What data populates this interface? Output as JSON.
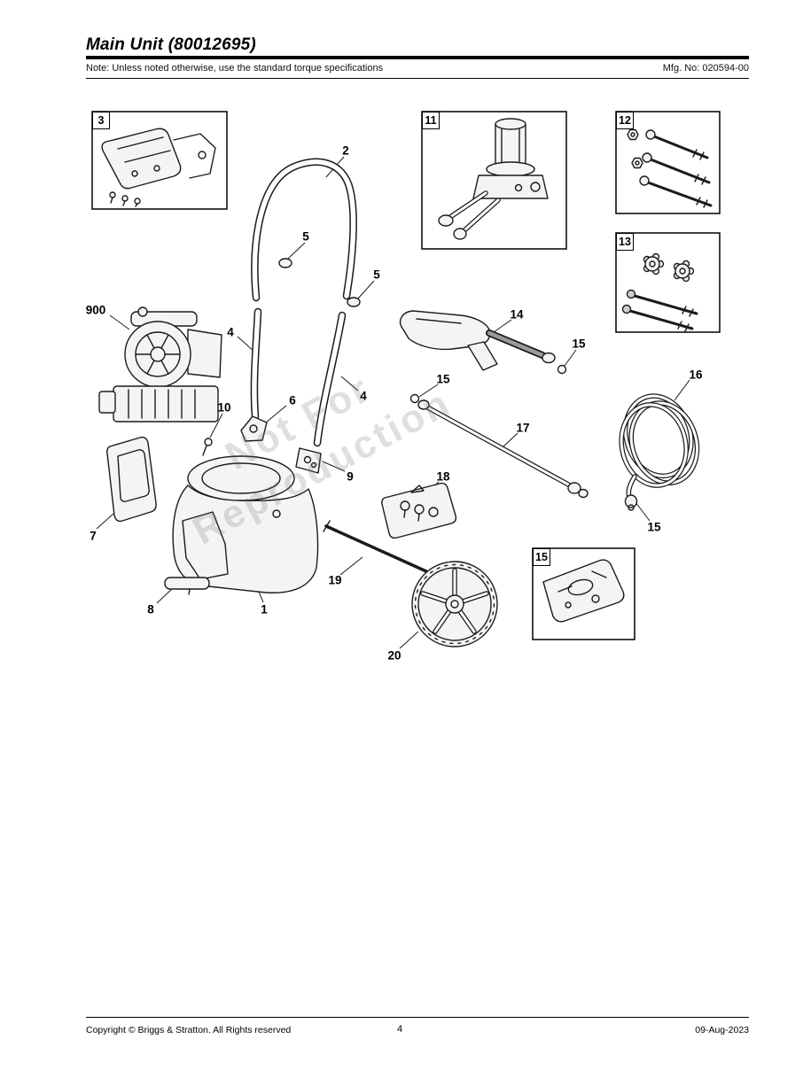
{
  "header": {
    "title": "Main Unit (80012695)",
    "note": "Note: Unless noted otherwise, use the standard torque specifications",
    "mfg_no": "Mfg. No: 020594-00"
  },
  "watermark": {
    "line1": "Not For",
    "line2": "Reproduction"
  },
  "diagram": {
    "callouts": [
      {
        "label": "3"
      },
      {
        "label": "11"
      },
      {
        "label": "12"
      },
      {
        "label": "13"
      },
      {
        "label": "15"
      },
      {
        "label": "2"
      },
      {
        "label": "5"
      },
      {
        "label": "5"
      },
      {
        "label": "900"
      },
      {
        "label": "4"
      },
      {
        "label": "4"
      },
      {
        "label": "10"
      },
      {
        "label": "6"
      },
      {
        "label": "9"
      },
      {
        "label": "7"
      },
      {
        "label": "8"
      },
      {
        "label": "1"
      },
      {
        "label": "19"
      },
      {
        "label": "18"
      },
      {
        "label": "20"
      },
      {
        "label": "14"
      },
      {
        "label": "15"
      },
      {
        "label": "15"
      },
      {
        "label": "17"
      },
      {
        "label": "16"
      },
      {
        "label": "15"
      }
    ]
  },
  "footer": {
    "copyright": "Copyright ©  Briggs & Stratton. All Rights reserved",
    "page": "4",
    "date": "09-Aug-2023"
  },
  "colors": {
    "ink": "#000000",
    "paper": "#ffffff",
    "watermark": "#6e6e6e"
  }
}
